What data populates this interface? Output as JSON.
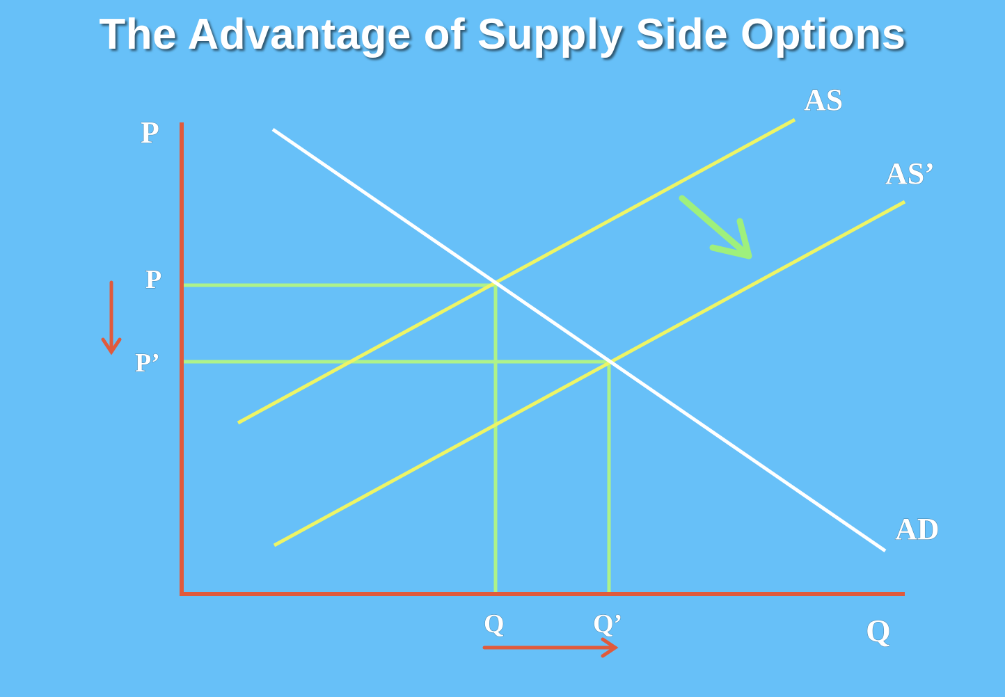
{
  "title": "The Advantage of Supply Side Options",
  "colors": {
    "background": "#67c0f8",
    "axes": "#e05a3c",
    "supply_curves": "#eef565",
    "demand_curve": "#ffffff",
    "guide_lines": "#aef28a",
    "shift_arrow": "#9ff07c",
    "direction_arrows": "#e05a3c"
  },
  "labels": {
    "y_axis": "P",
    "x_axis": "Q",
    "price_original": "P",
    "price_new": "P’",
    "quantity_original": "Q",
    "quantity_new": "Q’",
    "supply_original": "AS",
    "supply_new": "AS’",
    "demand": "AD"
  },
  "arrows": {
    "supply_shift": "down-right",
    "price_change": "down",
    "quantity_change": "right"
  }
}
